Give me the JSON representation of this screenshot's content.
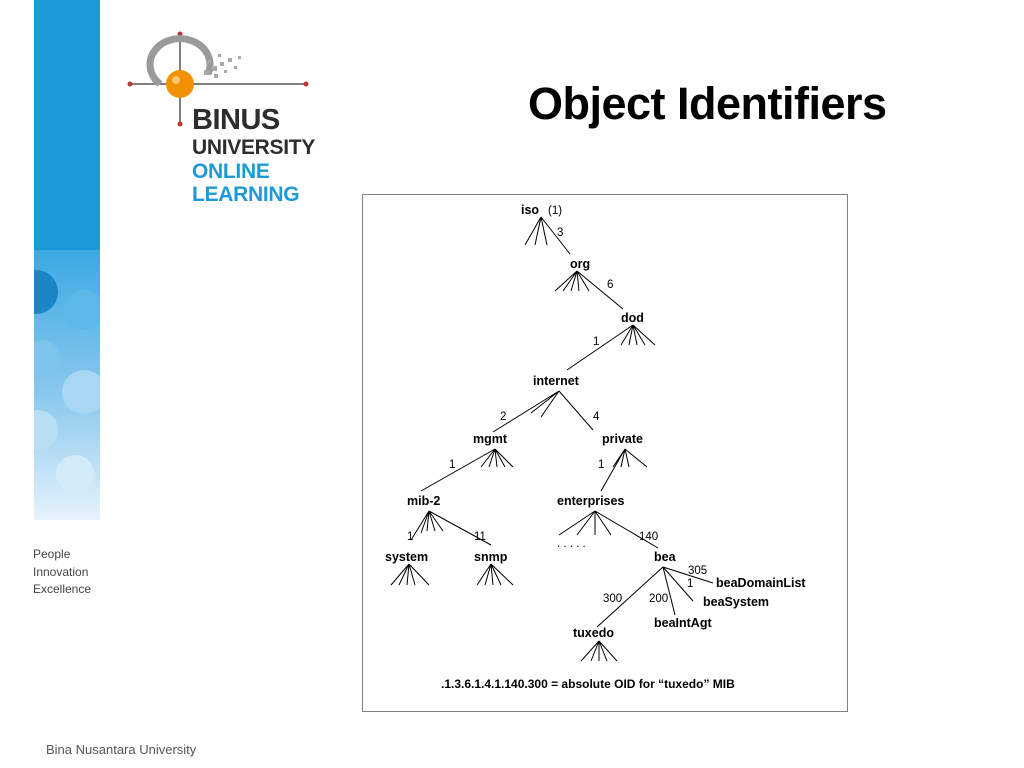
{
  "slide": {
    "title": "Object Identifiers",
    "footer": "Bina Nusantara University"
  },
  "logo": {
    "line1": "BINUS",
    "line2": "UNIVERSITY",
    "line3": "ONLINE",
    "line4": "LEARNING"
  },
  "tagline": [
    "People",
    "Innovation",
    "Excellence"
  ],
  "colors": {
    "accent_blue": "#1a9ad9",
    "logo_orange": "#f39200"
  },
  "diagram": {
    "nodes": {
      "iso": "iso",
      "iso_num": "(1)",
      "org": "org",
      "dod": "dod",
      "internet": "internet",
      "mgmt": "mgmt",
      "private": "private",
      "mib2": "mib-2",
      "enterprises": "enterprises",
      "system": "system",
      "snmp": "snmp",
      "bea": "bea",
      "tuxedo": "tuxedo",
      "beaDomainList": "beaDomainList",
      "beaSystem": "beaSystem",
      "beaIntAgt": "beaIntAgt"
    },
    "edges": {
      "iso_org": "3",
      "org_dod": "6",
      "dod_internet": "1",
      "internet_mgmt": "2",
      "internet_private": "4",
      "mgmt_mib2": "1",
      "private_enterprises": "1",
      "mib2_system": "1",
      "mib2_snmp": "11",
      "enterprises_bea": "140",
      "bea_tuxedo": "300",
      "bea_beaIntAgt": "200",
      "bea_beaSystem": "1",
      "bea_beaDomainList": "305"
    },
    "ellipsis": ". . . . .",
    "caption": ".1.3.6.1.4.1.140.300 = absolute OID for “tuxedo” MIB"
  }
}
